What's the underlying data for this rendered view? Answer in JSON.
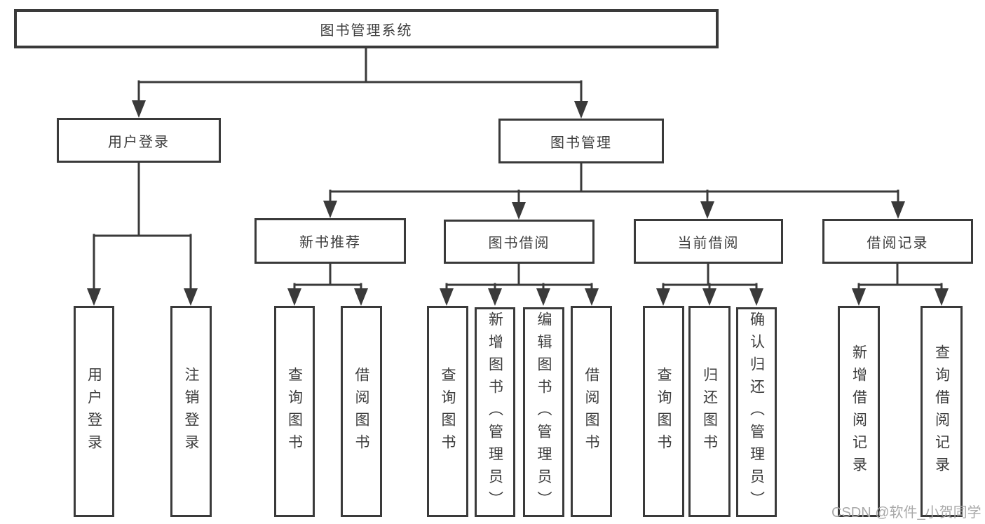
{
  "tree": {
    "label": "图书管理系统",
    "children": [
      {
        "label": "用户登录",
        "children": [
          {
            "label": "用户登录"
          },
          {
            "label": "注销登录"
          }
        ]
      },
      {
        "label": "图书管理",
        "children": [
          {
            "label": "新书推荐",
            "children": [
              {
                "label": "查询图书"
              },
              {
                "label": "借阅图书"
              }
            ]
          },
          {
            "label": "图书借阅",
            "children": [
              {
                "label": "查询图书"
              },
              {
                "label": "新增图书（管理员）"
              },
              {
                "label": "编辑图书（管理员）"
              },
              {
                "label": "借阅图书"
              }
            ]
          },
          {
            "label": "当前借阅",
            "children": [
              {
                "label": "查询图书"
              },
              {
                "label": "归还图书"
              },
              {
                "label": "确认归还（管理员）"
              }
            ]
          },
          {
            "label": "借阅记录",
            "children": [
              {
                "label": "新增借阅记录"
              },
              {
                "label": "查询借阅记录"
              }
            ]
          }
        ]
      }
    ]
  },
  "watermark": {
    "text": "CSDN @软件_小贺同学"
  },
  "colors": {
    "line": "#3a3a3a",
    "text": "#3d3d3d",
    "watermark": "#a9a9a9",
    "bg": "#ffffff"
  }
}
